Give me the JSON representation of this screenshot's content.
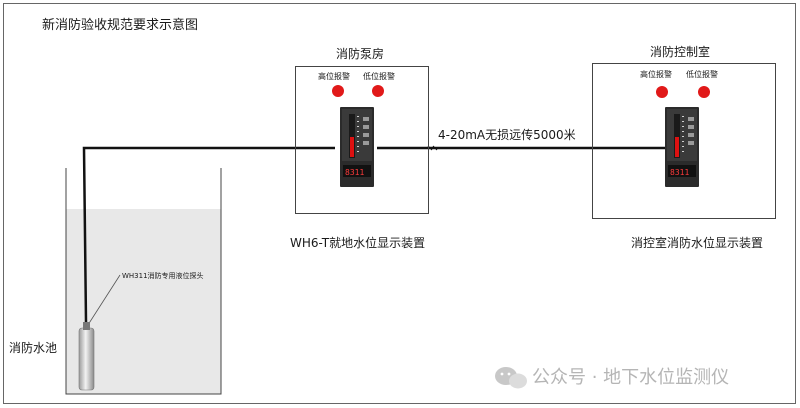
{
  "diagram": {
    "title": "新消防验收规范要求示意图",
    "pump_room": {
      "name": "消防泵房",
      "high_alarm": "高位报警",
      "low_alarm": "低位报警",
      "caption": "WH6-T就地水位显示装置"
    },
    "control_room": {
      "name": "消防控制室",
      "high_alarm": "高位报警",
      "low_alarm": "低位报警",
      "caption": "消控室消防水位显示装置"
    },
    "link_label": "4-20mA无损远传5000米",
    "pool": {
      "name": "消防水池",
      "probe_label": "WH311消防专用液位探头"
    },
    "device_readout": "8311",
    "watermark": "公众号 · 地下水位监测仪"
  },
  "colors": {
    "lamp": "#e11919",
    "water": "#e8e8e8",
    "cable": "#111111",
    "device": "#2b2b2b"
  }
}
